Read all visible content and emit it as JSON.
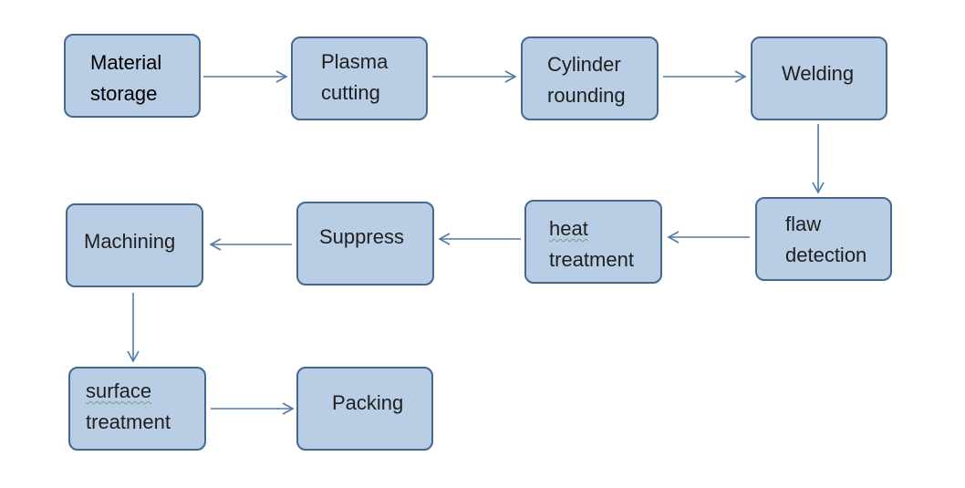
{
  "diagram": {
    "node_color": "#b9cde4",
    "border_color": "#43698f",
    "arrow_color": "#4f7aa6",
    "nodes": {
      "material_storage": {
        "line1": "Material",
        "line2": "storage"
      },
      "plasma_cutting": {
        "line1": "Plasma",
        "line2": "cutting"
      },
      "cylinder_rounding": {
        "line1": "Cylinder",
        "line2": "rounding"
      },
      "welding": {
        "line1": "Welding"
      },
      "flaw_detection": {
        "line1": "flaw",
        "line2": "detection"
      },
      "heat_treatment": {
        "line1": "heat",
        "line2": "treatment"
      },
      "suppress": {
        "line1": "Suppress"
      },
      "machining": {
        "line1": "Machining"
      },
      "surface_treatment": {
        "line1": "surface",
        "line2": "treatment"
      },
      "packing": {
        "line1": "Packing"
      }
    }
  }
}
